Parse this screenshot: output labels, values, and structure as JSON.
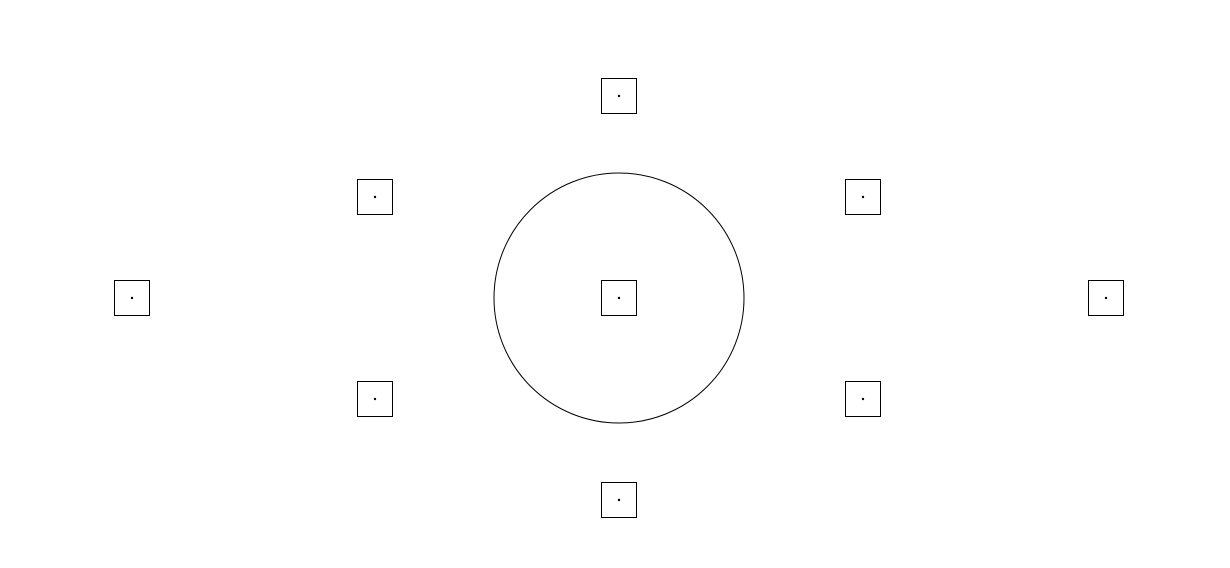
{
  "diagram": {
    "stroke_color": "#000000",
    "background_color": "#ffffff",
    "center_marker": "center-point",
    "surrounding_markers": [
      "marker-top",
      "marker-upper-right",
      "marker-right",
      "marker-lower-right",
      "marker-bottom",
      "marker-lower-left",
      "marker-left",
      "marker-upper-left"
    ]
  }
}
